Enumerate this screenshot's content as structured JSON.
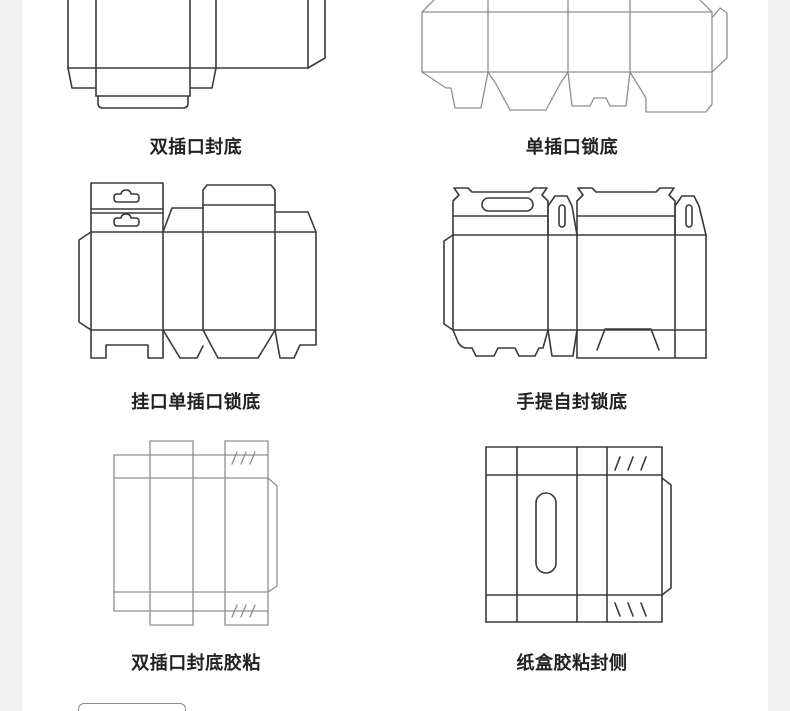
{
  "colors": {
    "outline_dark": "#3a3a3a",
    "outline_light": "#8f8f8f",
    "label_text": "#222222",
    "margin_bg": "#f2f2f2",
    "panel_bg": "#ffffff"
  },
  "templates": [
    {
      "label": "双插口封底"
    },
    {
      "label": "单插口锁底"
    },
    {
      "label": "挂口单插口锁底"
    },
    {
      "label": "手提自封锁底"
    },
    {
      "label": "双插口封底胶粘"
    },
    {
      "label": "纸盒胶粘封侧"
    }
  ]
}
